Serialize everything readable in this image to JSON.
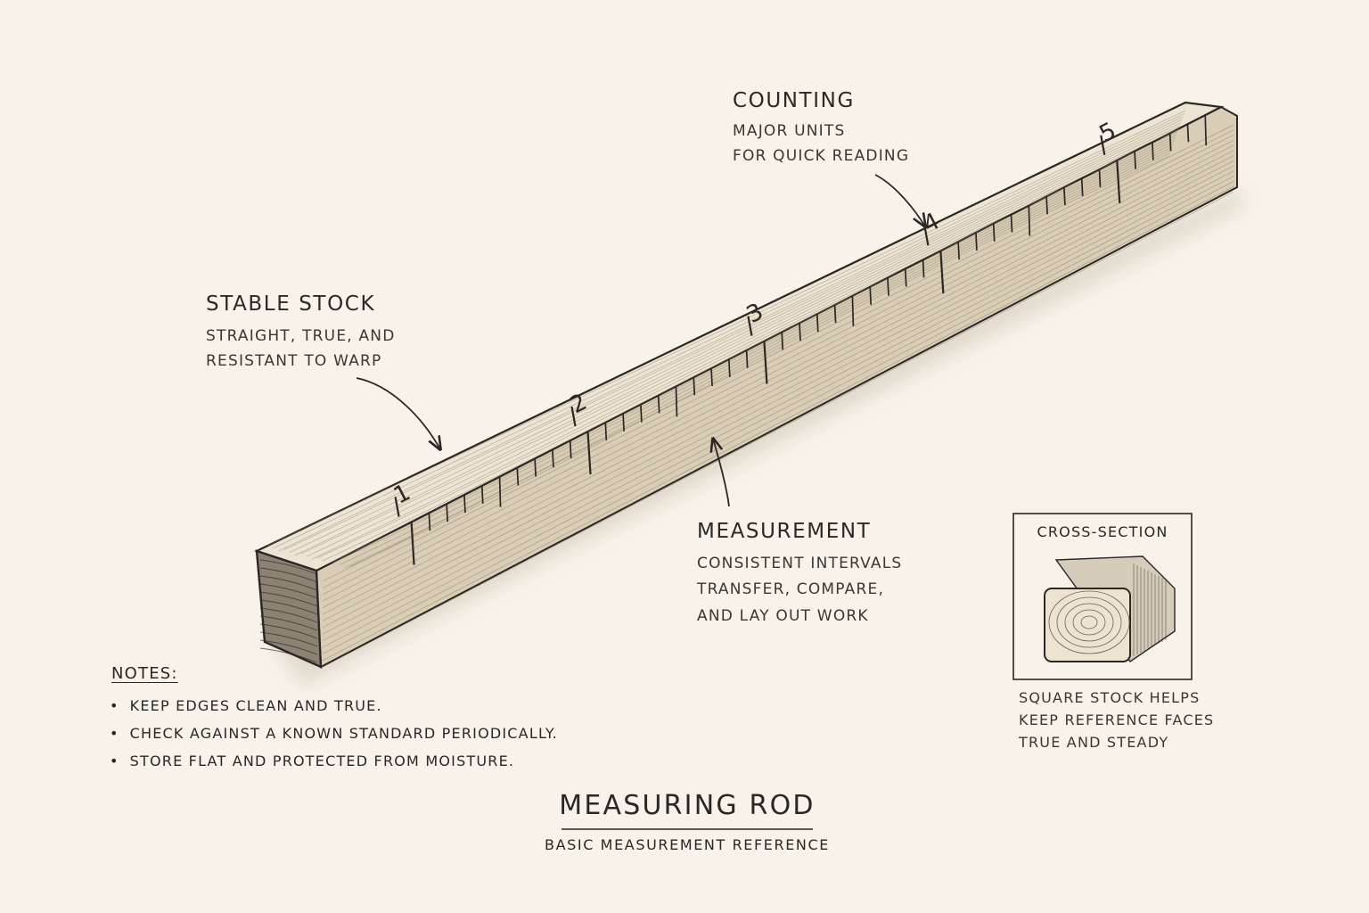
{
  "annotations": {
    "counting": {
      "heading": "COUNTING",
      "lines": [
        "MAJOR UNITS",
        "FOR QUICK READING"
      ]
    },
    "stable_stock": {
      "heading": "STABLE STOCK",
      "lines": [
        "STRAIGHT, TRUE, AND",
        "RESISTANT TO WARP"
      ]
    },
    "measurement": {
      "heading": "MEASUREMENT",
      "lines": [
        "CONSISTENT INTERVALS",
        "TRANSFER, COMPARE,",
        "AND LAY OUT WORK"
      ]
    }
  },
  "ruler": {
    "major_labels": [
      "1",
      "2",
      "3",
      "4",
      "5"
    ],
    "minor_ticks_per_unit": 9
  },
  "cross_section": {
    "label": "CROSS-SECTION",
    "caption": [
      "SQUARE STOCK HELPS",
      "KEEP REFERENCE FACES",
      "TRUE AND STEADY"
    ]
  },
  "notes": {
    "title": "NOTES:",
    "items": [
      "KEEP EDGES CLEAN AND TRUE.",
      "CHECK AGAINST A KNOWN STANDARD PERIODICALLY.",
      "STORE FLAT AND PROTECTED FROM MOISTURE."
    ]
  },
  "title": {
    "main": "MEASURING ROD",
    "subtitle": "BASIC MEASUREMENT REFERENCE"
  },
  "colors": {
    "paper": "#f7f3ea",
    "ink": "#2a2724",
    "wood_top": "#ede5d3",
    "wood_side": "#d9cdb5",
    "wood_end": "#8c8273"
  }
}
